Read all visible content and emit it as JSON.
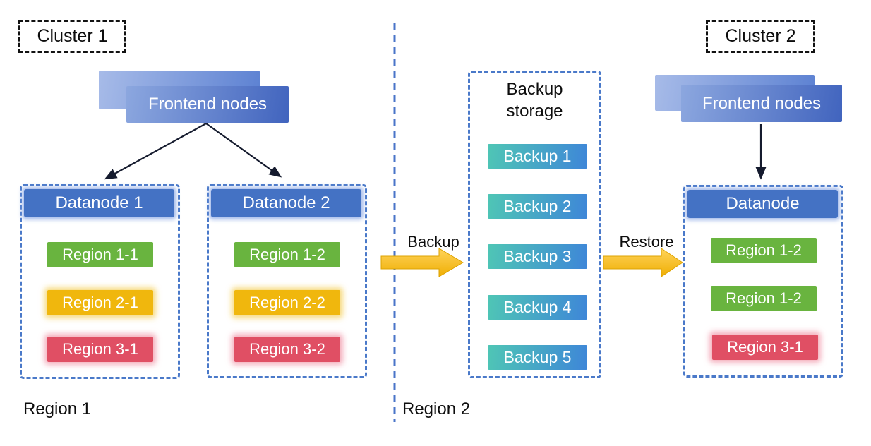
{
  "cluster1": {
    "label": "Cluster 1",
    "frontend_label": "Frontend nodes",
    "datanode1": {
      "title": "Datanode 1",
      "regions": [
        {
          "label": "Region 1-1",
          "color": "green"
        },
        {
          "label": "Region 2-1",
          "color": "yellow"
        },
        {
          "label": "Region 3-1",
          "color": "red"
        }
      ]
    },
    "datanode2": {
      "title": "Datanode 2",
      "regions": [
        {
          "label": "Region 1-2",
          "color": "green"
        },
        {
          "label": "Region 2-2",
          "color": "yellow"
        },
        {
          "label": "Region 3-2",
          "color": "red"
        }
      ]
    },
    "footer_label": "Region 1"
  },
  "backup_storage": {
    "title": "Backup storage",
    "items": [
      {
        "label": "Backup 1"
      },
      {
        "label": "Backup 2"
      },
      {
        "label": "Backup 3"
      },
      {
        "label": "Backup 4"
      },
      {
        "label": "Backup 5"
      }
    ],
    "footer_label": "Region 2"
  },
  "cluster2": {
    "label": "Cluster 2",
    "frontend_label": "Frontend nodes",
    "datanode": {
      "title": "Datanode",
      "regions": [
        {
          "label": "Region 1-2",
          "color": "green"
        },
        {
          "label": "Region 1-2",
          "color": "green"
        },
        {
          "label": "Region 3-1",
          "color": "red"
        }
      ]
    }
  },
  "flows": {
    "backup_label": "Backup",
    "restore_label": "Restore"
  },
  "colors": {
    "container_border": "#4a79c9",
    "datanode_header": "#4472c4",
    "region_green": "#69b43f",
    "region_yellow": "#f0b70d",
    "region_red": "#e04f64",
    "backup_gradient_start": "#4fc6b5",
    "backup_gradient_end": "#3e86d8",
    "frontend_gradient_start": "#8ca7df",
    "frontend_gradient_end": "#4164be",
    "flow_arrow_gold": "#f2b705",
    "separator_blue": "#4a74c8"
  }
}
